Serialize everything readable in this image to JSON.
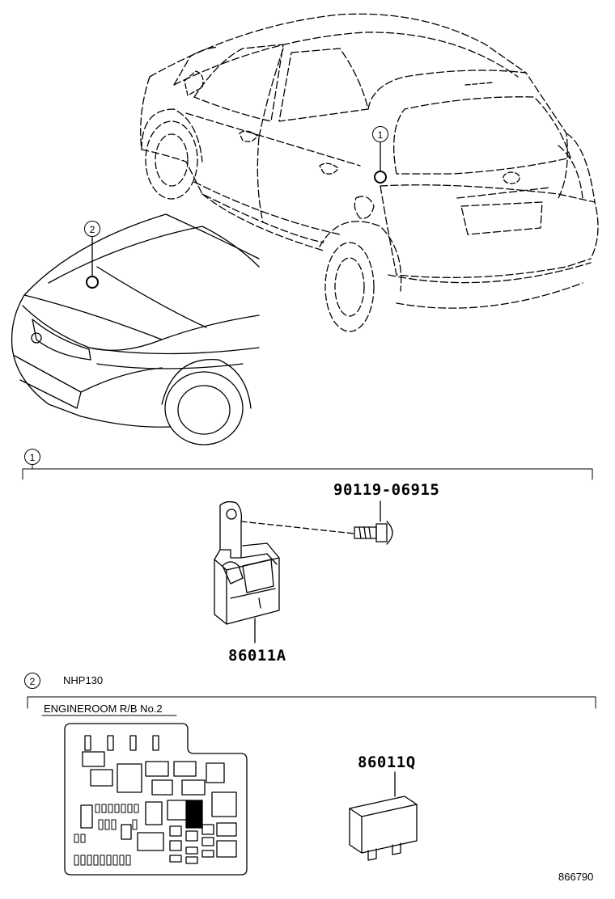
{
  "callouts": {
    "c1": "1",
    "c2": "2"
  },
  "section1": {
    "marker": "1",
    "bolt_part": "90119-06915",
    "module_part": "86011A"
  },
  "section2": {
    "marker": "2",
    "model_code": "NHP130",
    "relay_block_label": "ENGINEROOM R/B No.2",
    "relay_part": "86011Q"
  },
  "figure_id": "866790"
}
